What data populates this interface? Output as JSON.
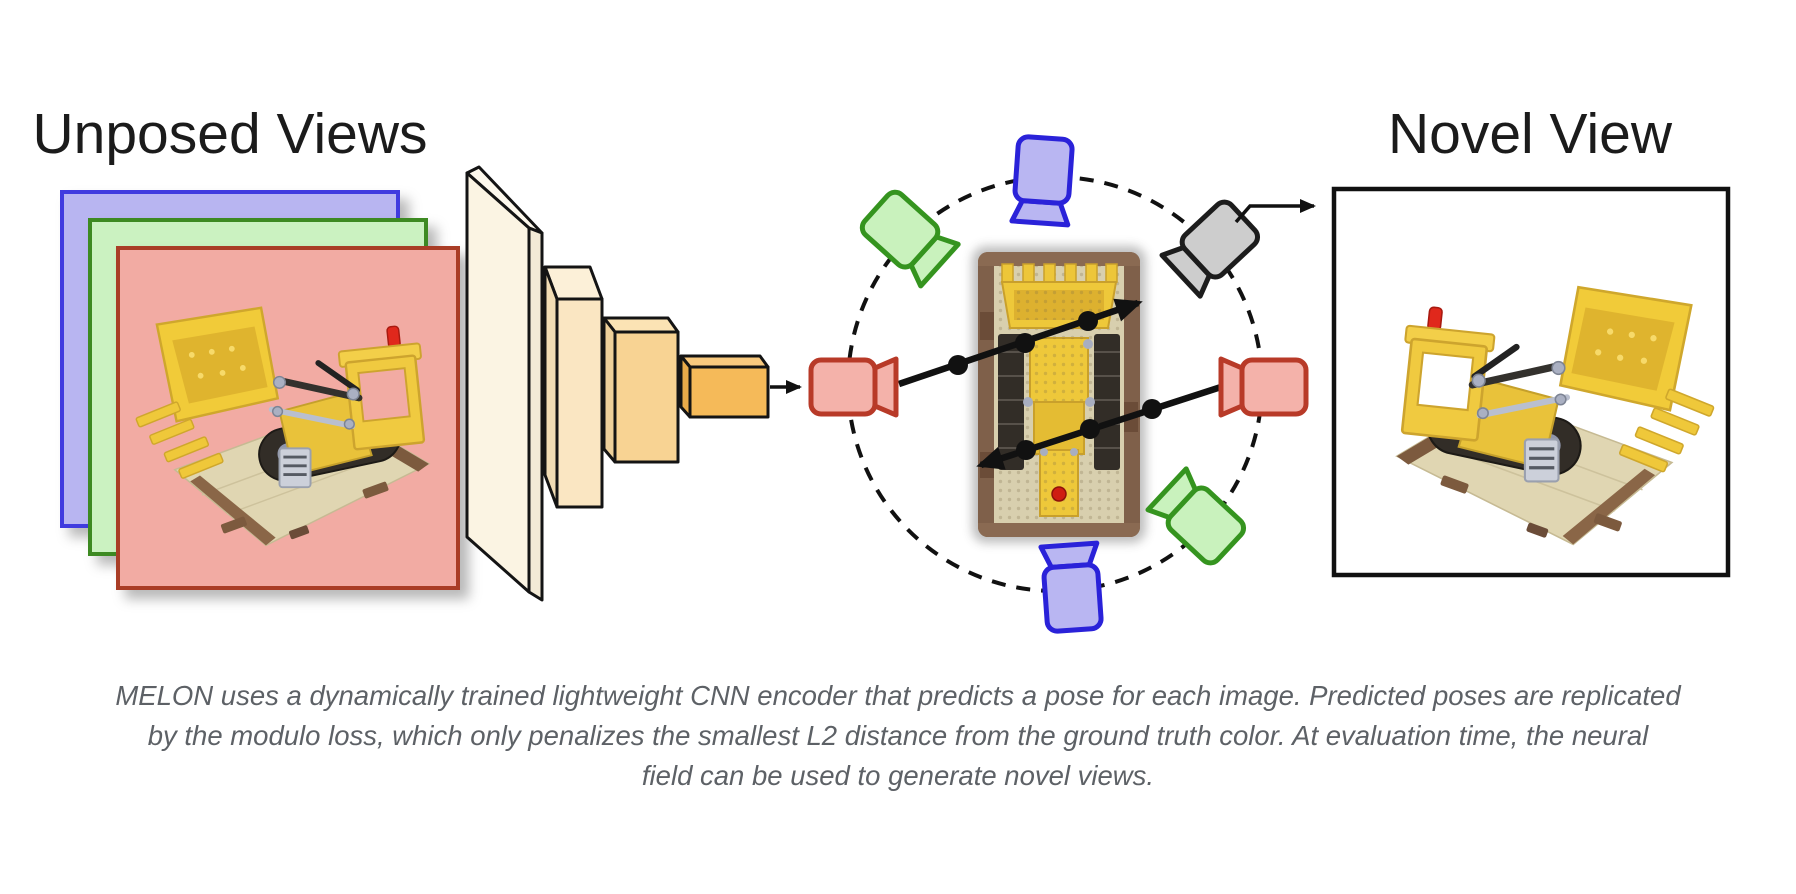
{
  "titles": {
    "unposed": "Unposed Views",
    "novel": "Novel View"
  },
  "caption": {
    "line1": "MELON uses a dynamically trained lightweight CNN encoder that predicts a pose for each image. Predicted poses are replicated",
    "line2": "by the modulo loss, which only penalizes the smallest L2 distance from the ground truth color. At evaluation time, the neural",
    "line3": "field can be used to generate novel views."
  },
  "unposed_stack": {
    "frames": [
      {
        "name": "blue-frame",
        "fill": "#b8b5f1",
        "stroke": "#3f3bdf"
      },
      {
        "name": "green-frame",
        "fill": "#cbf2c1",
        "stroke": "#3c8a24"
      },
      {
        "name": "red-frame",
        "fill": "#f2aba3",
        "stroke": "#a93c28"
      }
    ],
    "content": "lego-bulldozer-photo"
  },
  "encoder": {
    "description": "CNN encoder drawn as 4 shrinking 3D slabs",
    "layer_fills": [
      "#fbf4e3",
      "#fae6c2",
      "#f8d393",
      "#f5ba59"
    ]
  },
  "pose_circle": {
    "style": "dashed",
    "center_object": "lego-bulldozer-top-view",
    "cameras": [
      {
        "position": "top",
        "color_name": "blue",
        "fill": "#b9b6f2",
        "stroke": "#2a22d9"
      },
      {
        "position": "upper-left",
        "color_name": "green",
        "fill": "#c9f2bd",
        "stroke": "#35941f"
      },
      {
        "position": "left",
        "color_name": "red",
        "fill": "#f4b2aa",
        "stroke": "#b83a28"
      },
      {
        "position": "upper-right",
        "color_name": "gray",
        "fill": "#cdcdcd",
        "stroke": "#1c1c1c"
      },
      {
        "position": "right",
        "color_name": "red",
        "fill": "#f4b2aa",
        "stroke": "#b83a28"
      },
      {
        "position": "lower-right",
        "color_name": "green",
        "fill": "#c9f2bd",
        "stroke": "#35941f"
      },
      {
        "position": "bottom",
        "color_name": "blue",
        "fill": "#b9b6f2",
        "stroke": "#2a22d9"
      }
    ],
    "trajectory_arrows": 2,
    "trajectory_dots_per_arrow": 3
  },
  "colors": {
    "title_text": "#1b1b1b",
    "caption_text": "#5d6166",
    "arrow": "#111111",
    "novel_box_stroke": "#111111",
    "lego_yellow": "#eec83a",
    "tread_dark": "#322d27",
    "baseplate_tan": "#ddd3ae",
    "baseplate_brown": "#7c5a3e"
  }
}
